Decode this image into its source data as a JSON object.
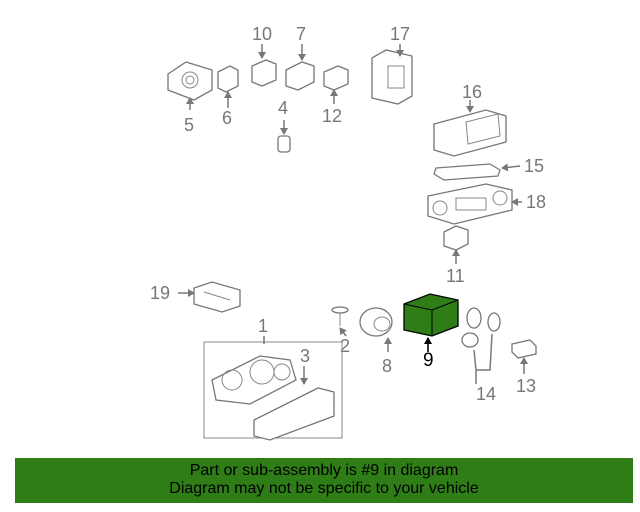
{
  "diagram": {
    "callouts": [
      "1",
      "2",
      "3",
      "4",
      "5",
      "6",
      "7",
      "8",
      "9",
      "10",
      "11",
      "12",
      "13",
      "14",
      "15",
      "16",
      "17",
      "18",
      "19"
    ],
    "highlighted_callout": "9",
    "highlight_color": "#2f7d16"
  },
  "banner": {
    "line1": "Part or sub-assembly is #9 in diagram",
    "line2": "Diagram may not be specific to your vehicle",
    "background": "#2f7d16"
  }
}
